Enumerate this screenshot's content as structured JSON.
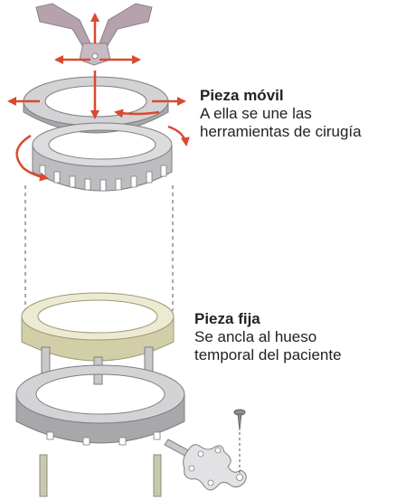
{
  "labels": {
    "movil": {
      "title": "Pieza móvil",
      "line1": "A ella se une las",
      "line2": "herramientas de cirugía"
    },
    "fija": {
      "title": "Pieza fija",
      "line1": "Se ancla al hueso",
      "line2": "temporal del paciente"
    }
  },
  "colors": {
    "arrow": "#d94a2e",
    "ring_light": "#d3d3d5",
    "ring_mid": "#a8a8ab",
    "ring_dark": "#7e7e82",
    "cream_top": "#ecebd2",
    "cream_side": "#d2cfa8",
    "handle": "#b4a2ad",
    "text": "#222222"
  },
  "icons": {
    "arrows": "arrow-icon",
    "rotation": "rotate-arrow-icon"
  }
}
